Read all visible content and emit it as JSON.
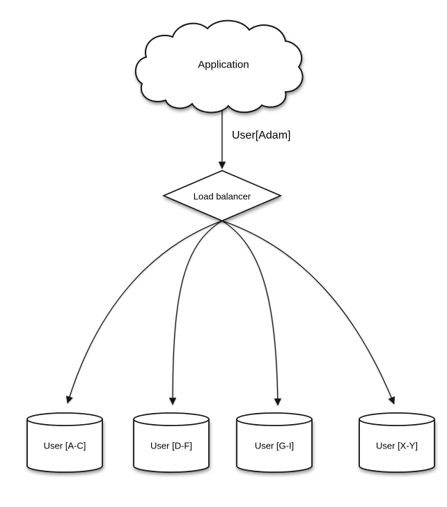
{
  "diagram": {
    "background": "#ffffff",
    "stroke_color": "#161616",
    "text_color": "#000000",
    "nodes": {
      "application": {
        "label": "Application",
        "shape": "cloud"
      },
      "load_balancer": {
        "label": "Load balancer",
        "shape": "diamond"
      },
      "shards": [
        {
          "label": "User [A-C]",
          "shape": "cylinder"
        },
        {
          "label": "User [D-F]",
          "shape": "cylinder"
        },
        {
          "label": "User [G-I]",
          "shape": "cylinder"
        },
        {
          "label": "User [X-Y]",
          "shape": "cylinder"
        }
      ]
    },
    "edges": {
      "application_to_lb": {
        "label": "User[Adam]"
      }
    }
  }
}
